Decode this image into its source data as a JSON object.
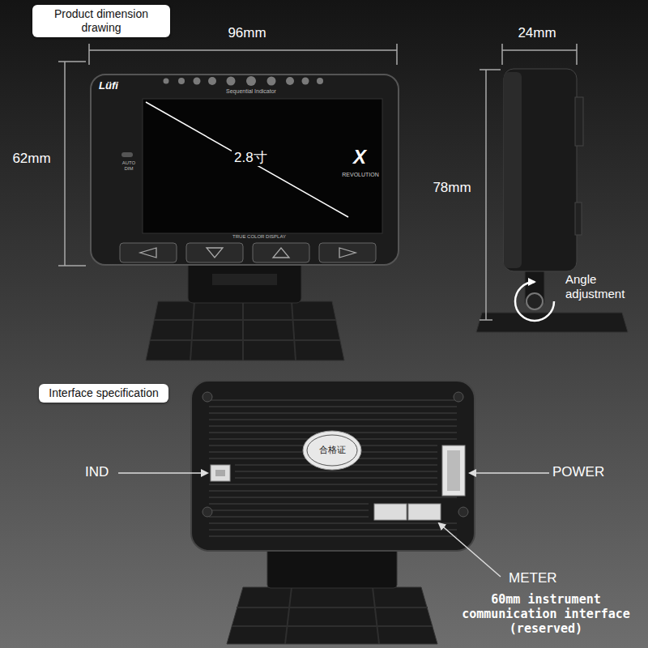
{
  "diagram": {
    "nodes": [
      {
        "text": [
          "Product dimension drawing"
        ]
      },
      {
        "text": [
          "Interface specification"
        ]
      }
    ],
    "labels": [
      "96mm",
      "24mm",
      "62mm",
      "78mm",
      "Lüfi",
      "Sequential Indicator",
      "AUTO DIM",
      "2.8寸",
      "X",
      "REVOLUTION",
      "TRUE COLOR DISPLAY",
      "Angle adjustment",
      "合格证",
      "IND",
      "POWER",
      "METER",
      "60mm instrument communication interface (reserved)"
    ]
  }
}
